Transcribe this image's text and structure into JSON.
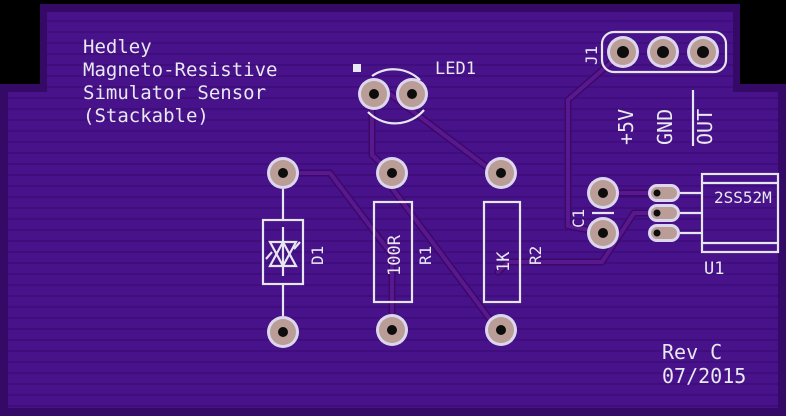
{
  "board": {
    "title_lines": [
      "Hedley",
      "Magneto-Resistive",
      "Simulator Sensor",
      "(Stackable)"
    ],
    "revision": "Rev C",
    "date": "07/2015"
  },
  "components": {
    "led": "LED1",
    "header": "J1",
    "header_pins": [
      "+5V",
      "GND",
      "OUT"
    ],
    "capacitor": "C1",
    "sensor_ref": "U1",
    "sensor_part": "2SS52M",
    "diode": "D1",
    "r1_ref": "R1",
    "r1_value": "100R",
    "r2_ref": "R2",
    "r2_value": "1K"
  },
  "colors": {
    "substrate": "#3c0a70",
    "copper_fill": "#4a148c",
    "silkscreen": "#e8e8f2",
    "pad_copper": "#b99d96"
  }
}
